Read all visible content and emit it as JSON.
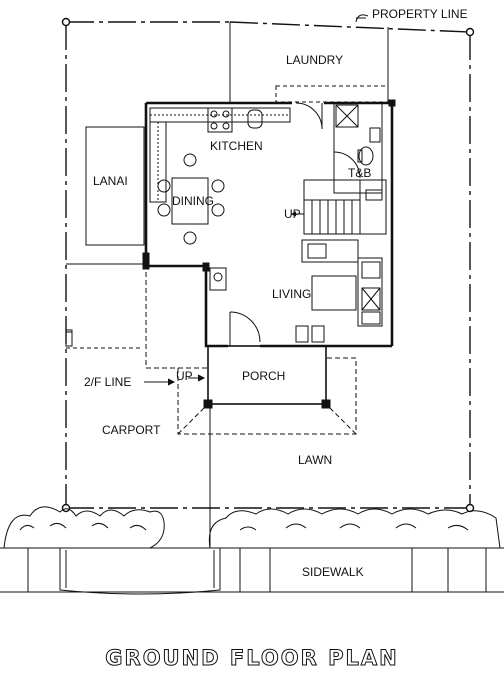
{
  "plan": {
    "title": "GROUND FLOOR PLAN",
    "labels": {
      "property_line": "PROPERTY LINE",
      "laundry": "LAUNDRY",
      "kitchen": "KITCHEN",
      "lanai": "LANAI",
      "dining": "DINING",
      "tb": "T&B",
      "up_stair": "UP",
      "living": "LIVING",
      "second_floor_line": "2/F LINE",
      "up_porch": "UP",
      "porch": "PORCH",
      "carport": "CARPORT",
      "lawn": "LAWN",
      "sidewalk": "SIDEWALK"
    }
  }
}
